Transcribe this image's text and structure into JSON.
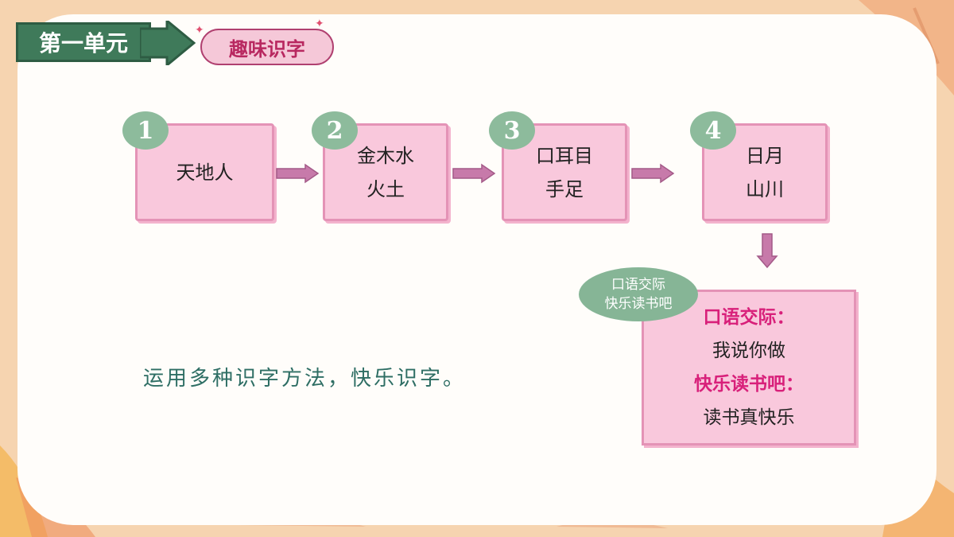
{
  "header": {
    "unit_label": "第一单元",
    "lesson_label": "趣味识字"
  },
  "steps": [
    {
      "number": "1",
      "lines": [
        "天地人"
      ]
    },
    {
      "number": "2",
      "lines": [
        "金木水",
        "火土"
      ]
    },
    {
      "number": "3",
      "lines": [
        "口耳目",
        "手足"
      ]
    },
    {
      "number": "4",
      "lines": [
        "日月",
        "山川"
      ]
    }
  ],
  "oval": {
    "line1": "口语交际",
    "line2": "快乐读书吧"
  },
  "summary": {
    "heading1": "口语交际：",
    "text1": "我说你做",
    "heading2": "快乐读书吧：",
    "text2": "读书真快乐"
  },
  "goal_text": "运用多种识字方法，快乐识字。",
  "colors": {
    "card_fill": "#f9c8dc",
    "badge_green": "#8dbb9c",
    "heading_pink": "#d8207a",
    "goal_teal": "#2e6e64"
  }
}
